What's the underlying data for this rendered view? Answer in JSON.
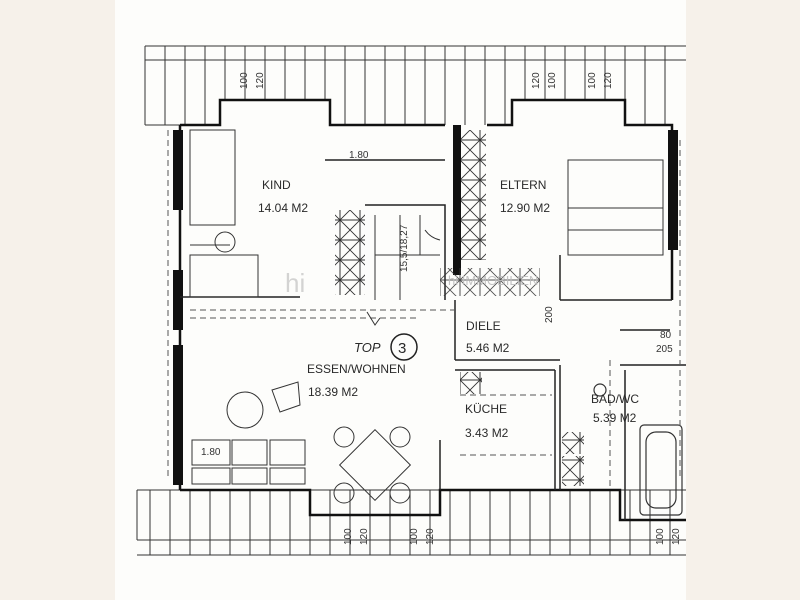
{
  "rooms": {
    "kind": {
      "name": "KIND",
      "area": "14.04 M2"
    },
    "eltern": {
      "name": "ELTERN",
      "area": "12.90 M2"
    },
    "diele": {
      "name": "DIELE",
      "area": "5.46 M2"
    },
    "essen": {
      "name": "ESSEN/WOHNEN",
      "area": "18.39 M2"
    },
    "kueche": {
      "name": "KÜCHE",
      "area": "3.43 M2"
    },
    "bad": {
      "name": "BAD/WC",
      "area": "5.39 M2"
    }
  },
  "top_label": "TOP",
  "top_number": "3",
  "dims": {
    "d_100_a": "100",
    "d_120_a": "120",
    "d_120_b": "120",
    "d_100_b": "100",
    "d_100_c": "100",
    "d_120_c": "120",
    "d_180_top": "1.80",
    "d_180_bottom": "1.80",
    "d_200": "200",
    "d_80": "80",
    "d_205": "205",
    "d_100_d": "100",
    "d_120_d": "120",
    "d_100_e": "100",
    "d_120_e": "120",
    "d_100_f": "100",
    "d_120_f": "120",
    "d_stair": "15,5/18,27"
  },
  "watermark": "hi IMMOBILIEN",
  "colors": {
    "line": "#222222",
    "wall": "#111111",
    "paper": "#fdfdfb",
    "watermark": "#c9c9c9"
  }
}
